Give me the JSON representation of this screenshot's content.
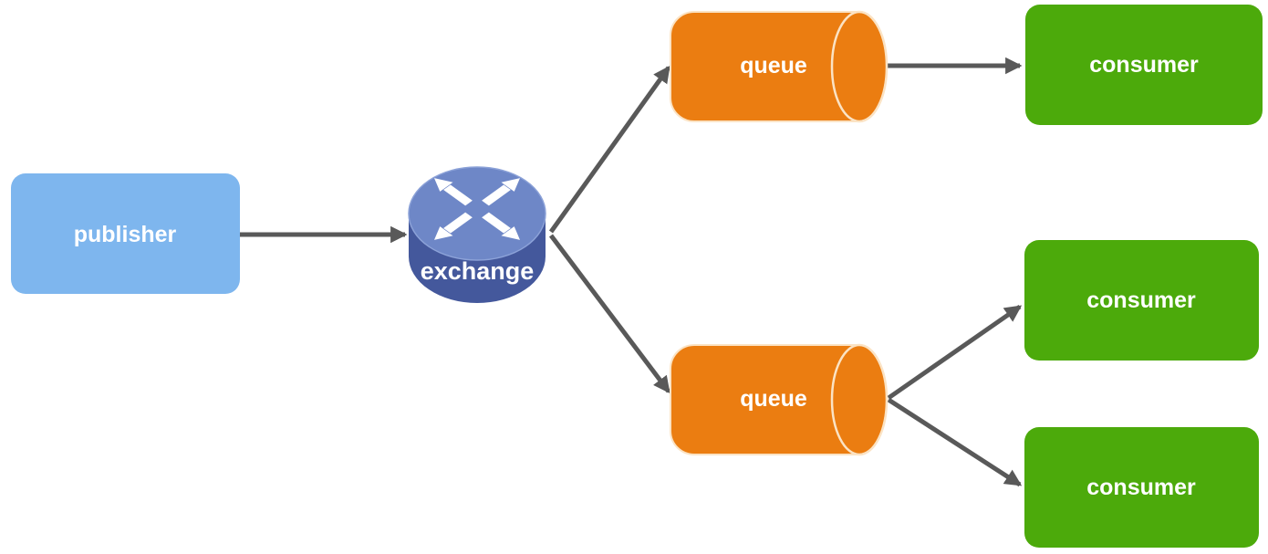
{
  "diagram": {
    "type": "message-broker-topology",
    "background": "#FFFFFF",
    "arrow_color": "#595959",
    "nodes": {
      "publisher": {
        "label": "publisher",
        "shape": "rounded-box",
        "color": "#7EB6EE",
        "text_color": "#FFFFFF"
      },
      "exchange": {
        "label": "exchange",
        "shape": "router-cylinder",
        "color_top": "#6E87C7",
        "color_body": "#44589C",
        "rim_color": "#8CA2D8",
        "icon": "four-way-arrows",
        "icon_color": "#FFFFFF",
        "text_color": "#FFFFFF"
      },
      "queue_top": {
        "label": "queue",
        "shape": "horizontal-cylinder",
        "color": "#EB7D11",
        "cap_outline": "#FBE3C4",
        "text_color": "#FFFFFF"
      },
      "queue_bottom": {
        "label": "queue",
        "shape": "horizontal-cylinder",
        "color": "#EB7D11",
        "cap_outline": "#FBE3C4",
        "text_color": "#FFFFFF"
      },
      "consumer_top": {
        "label": "consumer",
        "shape": "rounded-box",
        "color": "#4CAA0B",
        "text_color": "#FFFFFF"
      },
      "consumer_middle": {
        "label": "consumer",
        "shape": "rounded-box",
        "color": "#4CAA0B",
        "text_color": "#FFFFFF"
      },
      "consumer_bottom": {
        "label": "consumer",
        "shape": "rounded-box",
        "color": "#4CAA0B",
        "text_color": "#FFFFFF"
      }
    },
    "edges": [
      {
        "from": "publisher",
        "to": "exchange"
      },
      {
        "from": "exchange",
        "to": "queue_top"
      },
      {
        "from": "exchange",
        "to": "queue_bottom"
      },
      {
        "from": "queue_top",
        "to": "consumer_top"
      },
      {
        "from": "queue_bottom",
        "to": "consumer_middle"
      },
      {
        "from": "queue_bottom",
        "to": "consumer_bottom"
      }
    ]
  }
}
